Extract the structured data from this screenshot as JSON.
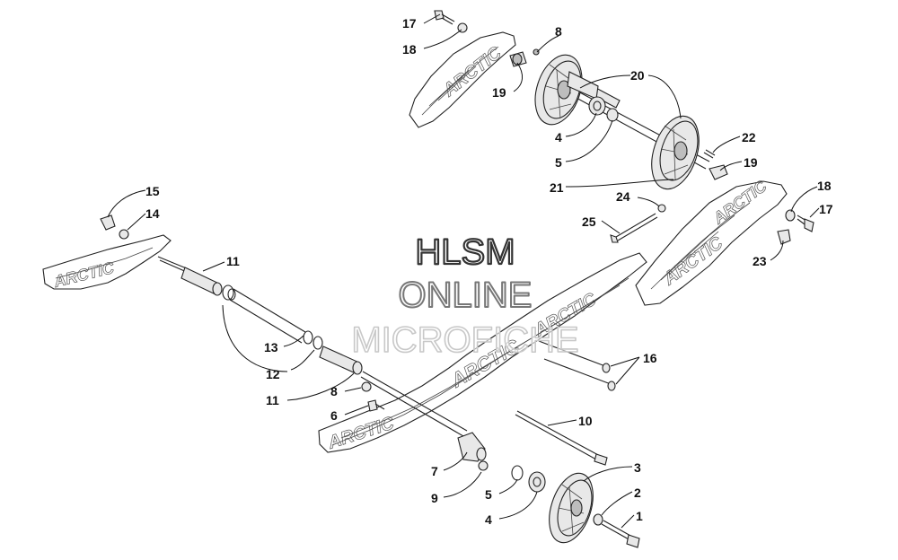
{
  "watermark": {
    "line1": "HLSM",
    "line2": "ONLINE",
    "line3": "MICROFICHE"
  },
  "rail_decal_text": "ARCTIC",
  "callouts": [
    "1",
    "2",
    "3",
    "4",
    "4",
    "5",
    "5",
    "6",
    "7",
    "8",
    "8",
    "9",
    "10",
    "11",
    "11",
    "12",
    "13",
    "14",
    "15",
    "16",
    "17",
    "17",
    "18",
    "18",
    "19",
    "19",
    "20",
    "21",
    "22",
    "23",
    "24",
    "25"
  ]
}
